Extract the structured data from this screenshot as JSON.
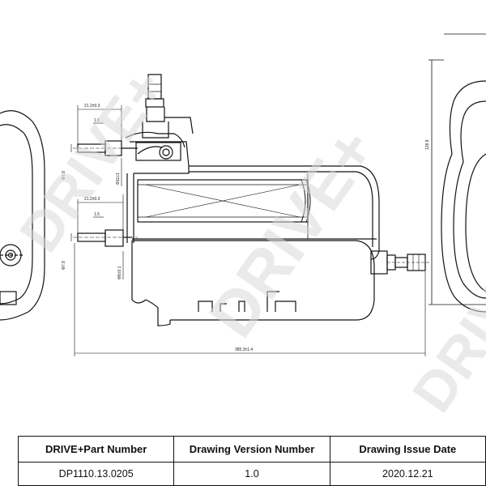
{
  "watermark": {
    "text": "DRIVE+",
    "color": "#d9d9d9"
  },
  "drawing": {
    "line_color": "#111111",
    "dimensions": {
      "top_left_width": "21.2±0.3",
      "top_left_small": "1.5",
      "top_left_height": "Φ7.8",
      "top_left_vertical": "Φ11±1",
      "mid_left_width": "21.2±0.3",
      "mid_left_small": "1.5",
      "mid_left_height": "Φ7.8",
      "mid_left_vertical": "Φ8±0.1",
      "overall_length": "385.3±1.4",
      "right_height": "128.8"
    }
  },
  "titleblock": {
    "headers": [
      "DRIVE+Part Number",
      "Drawing Version Number",
      "Drawing Issue Date"
    ],
    "values": [
      "DP1110.13.0205",
      "1.0",
      "2020.12.21"
    ]
  }
}
